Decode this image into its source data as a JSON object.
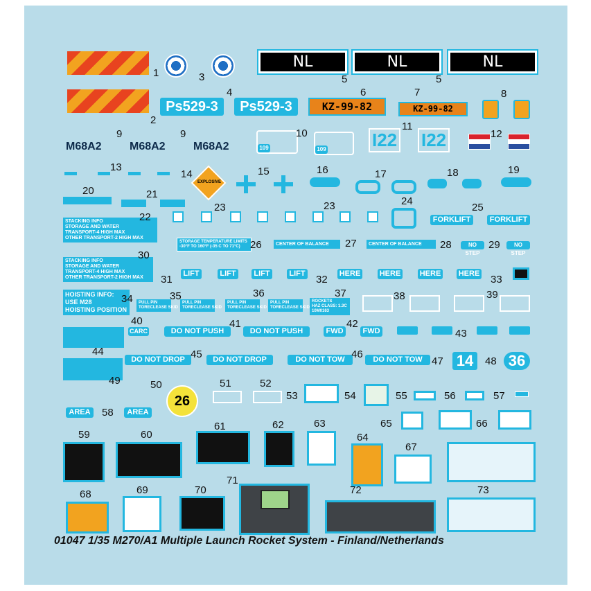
{
  "footer": "01047 1/35 M270/A1 Multiple Launch Rocket System - Finland/Netherlands",
  "labels": {
    "n1": "1",
    "n2": "2",
    "n3": "3",
    "n4": "4",
    "n5a": "5",
    "n5b": "5",
    "n6": "6",
    "n7": "7",
    "n8": "8",
    "n9a": "9",
    "n9b": "9",
    "n10": "10",
    "n11": "11",
    "n12": "12",
    "n13": "13",
    "n14": "14",
    "n15": "15",
    "n16": "16",
    "n17": "17",
    "n18": "18",
    "n19": "19",
    "n20": "20",
    "n21": "21",
    "n22": "22",
    "n23a": "23",
    "n23b": "23",
    "n24": "24",
    "n25": "25",
    "n26": "26",
    "n27": "27",
    "n28": "28",
    "n29": "29",
    "n30": "30",
    "n31": "31",
    "n32": "32",
    "n33": "33",
    "n34": "34",
    "n35": "35",
    "n36": "36",
    "n37": "37",
    "n38": "38",
    "n39": "39",
    "n40": "40",
    "n41": "41",
    "n42": "42",
    "n43": "43",
    "n44": "44",
    "n45": "45",
    "n46": "46",
    "n47": "47",
    "n48": "48",
    "n49": "49",
    "n50": "50",
    "n51": "51",
    "n52": "52",
    "n53": "53",
    "n54": "54",
    "n55": "55",
    "n56": "56",
    "n57": "57",
    "n58": "58",
    "n59": "59",
    "n60": "60",
    "n61": "61",
    "n62": "62",
    "n63": "63",
    "n64": "64",
    "n65": "65",
    "n66": "66",
    "n67": "67",
    "n68": "68",
    "n69": "69",
    "n70": "70",
    "n71": "71",
    "n72": "72",
    "n73": "73"
  },
  "decals": {
    "nl": "NL",
    "ps": "Ps529-3",
    "kz": "KZ-99-82",
    "m68": "M68A2",
    "i22": "I22",
    "n109": "109",
    "explosive": "EXPLOSIVE",
    "storage_info": "STACKING INFO\nSTORAGE AND WATER\nTRANSPORT-4 HIGH MAX\nOTHER TRANSPORT-2 HIGH MAX",
    "storage_temp": "STORAGE TEMPERATURE LIMITS\n-30°F TO 160°F (-35 C TO 71°C)",
    "center_balance": "CENTER OF BALANCE",
    "no_step": "NO STEP",
    "forklift": "FORKLIFT",
    "lift": "LIFT",
    "here": "HERE",
    "hoisting": "HOISTING INFO:\nUSE M28\nHOISTING POSITION",
    "pull_pin": "PULL PIN\nTORECLEASE SKID",
    "rockets": "ROCKETS\nHAZ CLASS: 1.3C\n10M0163",
    "carc": "CARC",
    "do_not_push": "DO NOT PUSH",
    "fwd": "FWD",
    "do_not_drop": "DO NOT DROP",
    "do_not_tow": "DO NOT TOW",
    "area": "AREA",
    "n14": "14",
    "n36": "36",
    "n26": "26"
  },
  "colors": {
    "sheet": "#b9dce9",
    "cyan": "#23b7e0",
    "orange": "#e8831a",
    "stripe_red": "#e8431f",
    "stripe_orange": "#f2a31f",
    "yellow": "#f4e23a",
    "blue_roundel": "#1f6fc4"
  }
}
